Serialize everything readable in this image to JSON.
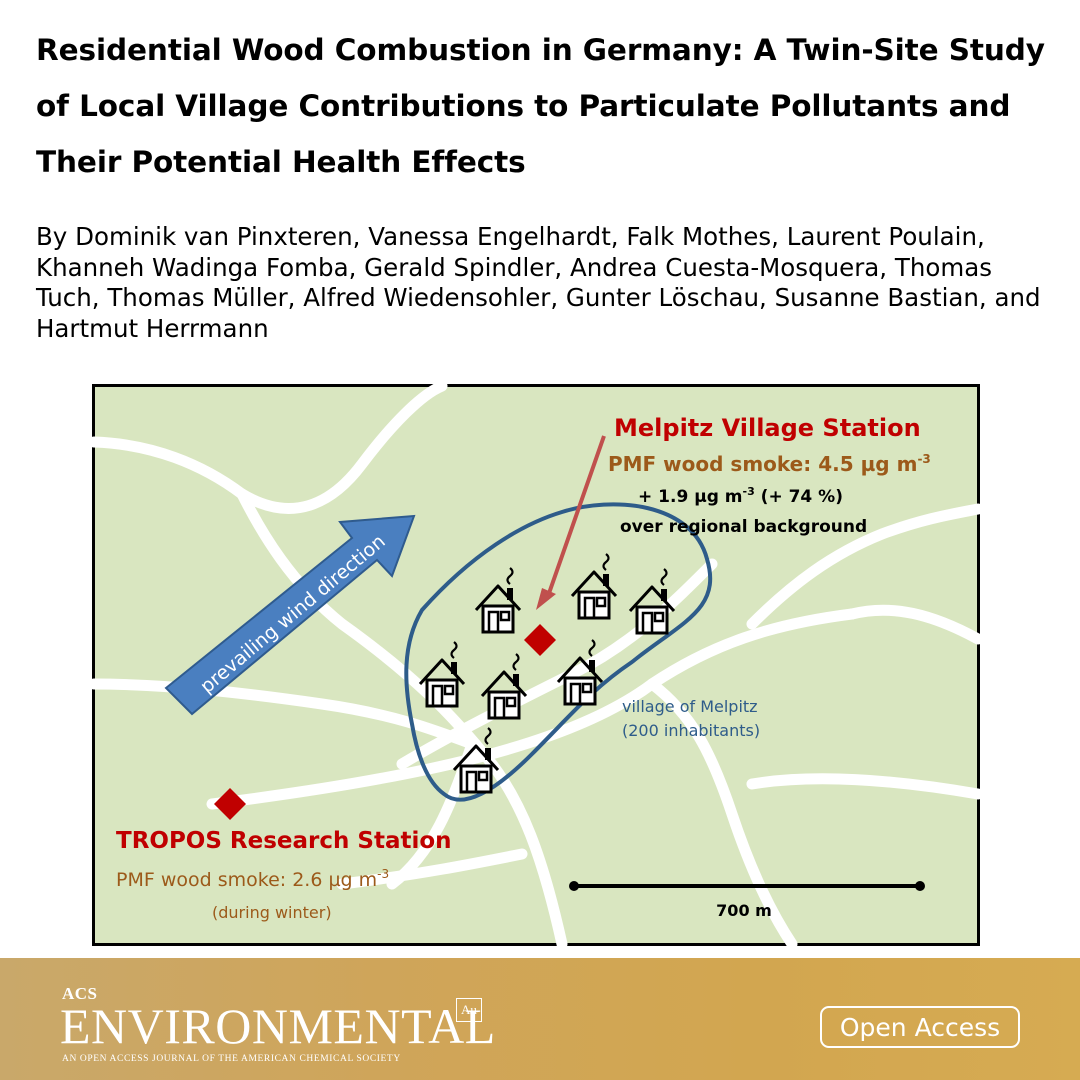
{
  "article": {
    "title": "Residential Wood Combustion in Germany: A Twin-Site Study of Local Village Contributions to Particulate Pollutants and Their Potential Health Effects",
    "authors": "By Dominik van Pinxteren, Vanessa Engelhardt, Falk Mothes, Laurent Poulain, Khanneh Wadinga Fomba, Gerald Spindler, Andrea Cuesta-Mosquera, Thomas Tuch, Thomas Müller, Alfred Wiedensohler, Gunter Löschau, Susanne Bastian, and Hartmut Herrmann"
  },
  "figure": {
    "village_station": {
      "name": "Melpitz Village Station",
      "pmf_prefix": "PMF wood smoke: 4.5 µg m",
      "pmf_exp": "-3",
      "increase_prefix": "+ 1.9 µg m",
      "increase_exp": "-3",
      "increase_suffix": " (+ 74 %)",
      "background_note": "over regional background"
    },
    "wind_label": "prevailing wind direction",
    "village_label_line1": "village of Melpitz",
    "village_label_line2": "(200 inhabitants)",
    "research_station": {
      "name": "TROPOS Research Station",
      "pmf_prefix": "PMF wood smoke: 2.6 µg m",
      "pmf_exp": "-3",
      "season_note": "(during winter)"
    },
    "scale_label": "700 m",
    "colors": {
      "map_bg": "#d9e6c0",
      "road": "#ffffff",
      "village_outline": "#2e5c8a",
      "station_red": "#c00000",
      "station_title_red": "#c00000",
      "pmf_brown": "#9c5a1a",
      "wind_arrow": "#4a7fc0",
      "village_label_blue": "#2e5c8a"
    }
  },
  "journal": {
    "acs": "ACS",
    "name": "ENVIRONMENTAL",
    "au_badge": "Au",
    "tagline": "AN OPEN ACCESS JOURNAL OF THE AMERICAN CHEMICAL SOCIETY",
    "open_access_label": "Open Access"
  }
}
